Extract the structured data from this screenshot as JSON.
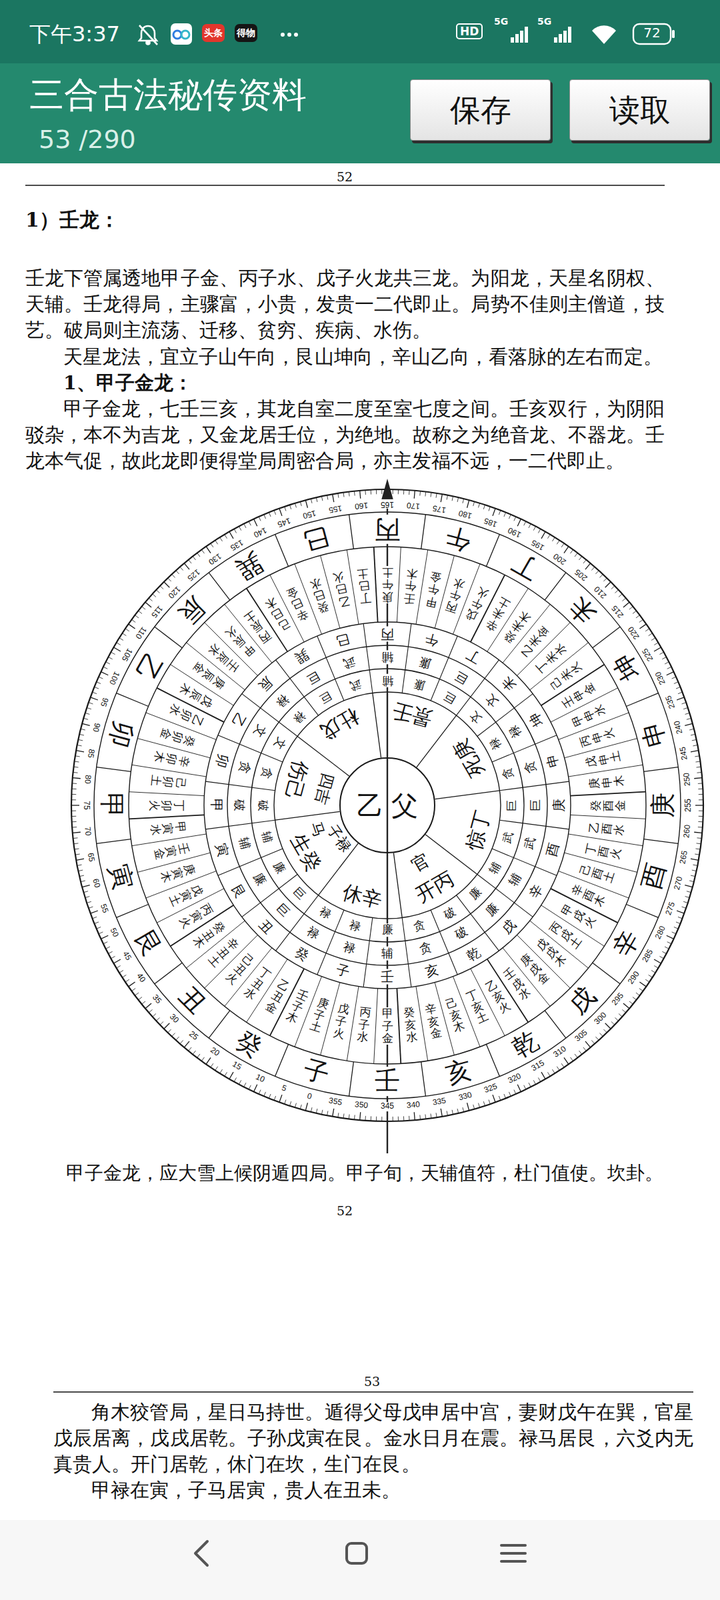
{
  "diagram": {
    "caption": "甲子金龙，应大雪上候阴遁四局。甲子旬，天辅值符，杜门值使。坎卦。",
    "nodes": [
      {
        "text": [
          "三合古法秘传资料",
          "53 /290"
        ]
      },
      {
        "text": [
          "保存"
        ],
        "in": 0
      },
      {
        "text": [
          "读取"
        ],
        "in": 0
      },
      {
        "text": [
          "乙",
          "父"
        ]
      }
    ],
    "labels": [
      "下午3:37",
      "头条",
      "得物",
      "HD",
      "5G",
      "5G",
      "72",
      "52",
      "1）壬龙：",
      "壬龙下管属透地甲子金、丙子水、戊子火龙共三龙。为阳龙，天星名阴权、天辅。壬龙得局，主骤富，小贵，发贵一二代即止。局势不佳则主僧道，技艺。破局则主流荡、迁移、贫穷、疾病、水伤。",
      "天星龙法，宜立子山午向，艮山坤向，辛山乙向，看落脉的左右而定。",
      "1、甲子金龙：",
      "甲子金龙，七壬三亥，其龙自室二度至室七度之间。壬亥双行，为阴阳驳杂，本不为吉龙，又金龙居壬位，为绝地。故称之为绝音龙、不器龙。壬龙本气促，故此龙即便得堂局周密合局，亦主发福不远，一二代即止。",
      "0",
      "5",
      "10",
      "15",
      "20",
      "25",
      "30",
      "35",
      "40",
      "45",
      "50",
      "55",
      "60",
      "65",
      "70",
      "75",
      "80",
      "85",
      "90",
      "95",
      "100",
      "105",
      "110",
      "115",
      "120",
      "125",
      "130",
      "135",
      "140",
      "145",
      "150",
      "155",
      "160",
      "165",
      "170",
      "175",
      "180",
      "185",
      "190",
      "195",
      "200",
      "205",
      "210",
      "215",
      "220",
      "225",
      "230",
      "235",
      "240",
      "245",
      "250",
      "255",
      "260",
      "265",
      "270",
      "275",
      "280",
      "285",
      "290",
      "295",
      "300",
      "305",
      "310",
      "315",
      "320",
      "325",
      "330",
      "335",
      "340",
      "345",
      "350",
      "355",
      "子",
      "癸",
      "丑",
      "艮",
      "寅",
      "甲",
      "卯",
      "乙",
      "辰",
      "巽",
      "巳",
      "丙",
      "午",
      "丁",
      "未",
      "坤",
      "申",
      "庚",
      "酉",
      "辛",
      "戌",
      "乾",
      "亥",
      "壬",
      "甲子金",
      "丙子水",
      "戊子火",
      "庚子土",
      "壬子木",
      "乙丑金",
      "丁丑水",
      "己丑火",
      "辛丑土",
      "癸丑木",
      "丙寅火",
      "戊寅土",
      "庚寅木",
      "壬寅金",
      "甲寅水",
      "丁卯火",
      "己卯土",
      "辛卯木",
      "癸卯金",
      "乙卯水",
      "戊辰木",
      "庚辰金",
      "壬辰水",
      "甲辰火",
      "丙辰土",
      "己巳木",
      "辛巳金",
      "癸巳水",
      "乙巳火",
      "丁巳土",
      "庚午土",
      "壬午木",
      "甲午金",
      "丙午水",
      "戊午火",
      "辛未土",
      "癸未木",
      "乙未金",
      "丁未水",
      "己未火",
      "壬申金",
      "甲申水",
      "丙申火",
      "戊申土",
      "庚申木",
      "癸酉金",
      "乙酉水",
      "丁酉火",
      "己酉土",
      "辛酉木",
      "甲戌火",
      "丙戌土",
      "戊戌木",
      "庚戌金",
      "壬戌水",
      "乙亥火",
      "丁亥土",
      "己亥木",
      "辛亥金",
      "癸亥水",
      "子",
      "癸",
      "丑",
      "艮",
      "寅",
      "甲",
      "卯",
      "乙",
      "辰",
      "巽",
      "巳",
      "丙",
      "午",
      "丁",
      "未",
      "坤",
      "申",
      "庚",
      "酉",
      "辛",
      "戌",
      "乾",
      "亥",
      "壬",
      "禄",
      "禄",
      "巨",
      "廉",
      "辅",
      "破",
      "贪",
      "文",
      "禄",
      "巨",
      "武",
      "辅",
      "廉",
      "巨",
      "文",
      "禄",
      "贪",
      "巨",
      "武",
      "辅",
      "廉",
      "破",
      "贪",
      "辅",
      "禄",
      "禄",
      "巨",
      "廉",
      "辅",
      "破",
      "贪",
      "文",
      "禄",
      "巨",
      "武",
      "辅",
      "廉",
      "巨",
      "文",
      "禄",
      "贪",
      "巨",
      "武",
      "辅",
      "廉",
      "破",
      "贪",
      "廉",
      "休辛",
      "生癸",
      "伤己",
      "杜戊",
      "景壬",
      "死庚",
      "惊丁",
      "开丙",
      "四吉",
      "子禄",
      "马",
      "官",
      "52",
      "53",
      "角木狡管局，星日马持世。遁得父母戊申居中宫，妻财戊午在巽，官星戊辰居离，戊戌居乾。子孙戊寅在艮。金水日月在震。禄马居艮，六爻内无真贵人。开门居乾，休门在坎，生门在艮。",
      "甲禄在寅，子马居寅，贵人在丑未。"
    ]
  }
}
